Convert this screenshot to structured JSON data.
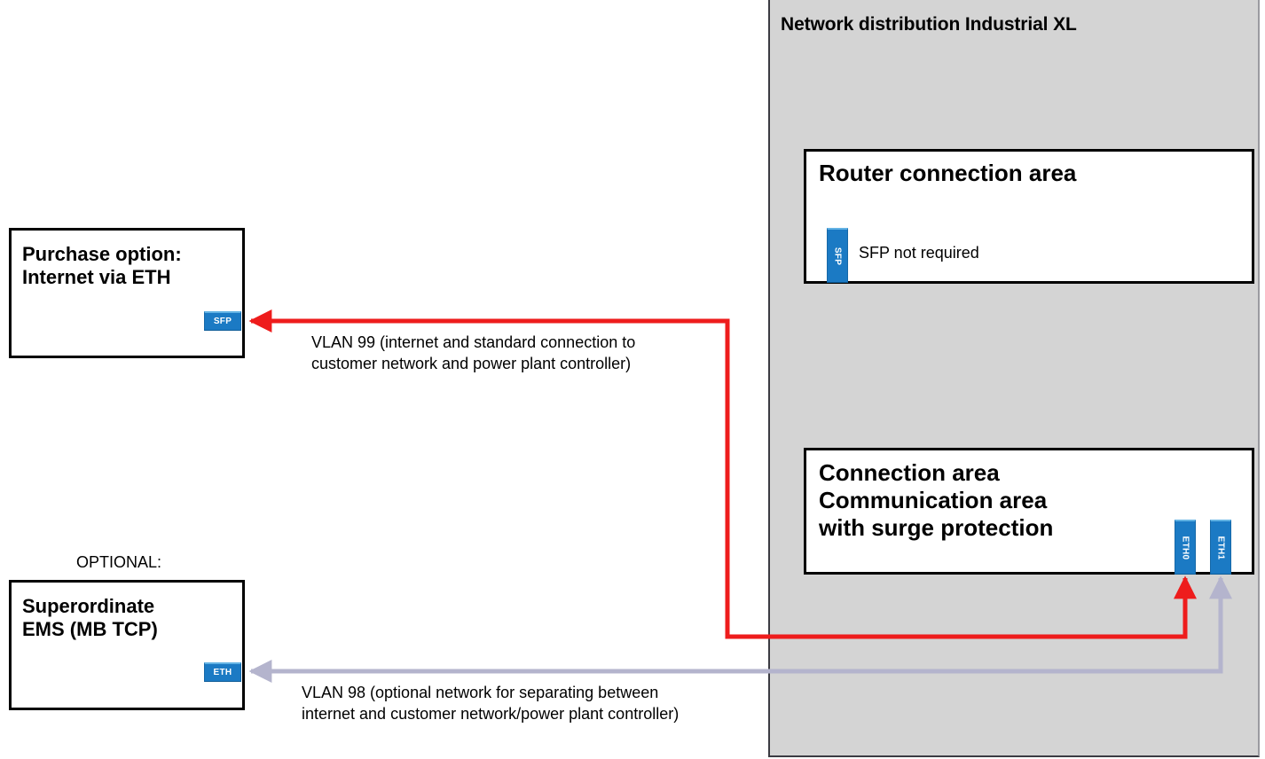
{
  "diagram": {
    "title": "Network distribution Industrial XL",
    "colors": {
      "panel_fill": "#d4d4d4",
      "panel_border": "#3b3b42",
      "box_border": "#000000",
      "port_blue": "#1b7ac4",
      "port_highlight": "#63b3e4",
      "vlan99_line": "#ee1c1c",
      "vlan98_line": "#b4b4cd",
      "text": "#000000"
    }
  },
  "panel": {
    "title": "Network distribution Industrial XL",
    "boxes": {
      "router_area": {
        "title": "Router connection area",
        "note": "SFP not required",
        "port": {
          "label": "SFP",
          "orientation": "vertical"
        }
      },
      "connection_area": {
        "title": "Connection area\nCommunication area\nwith surge protection",
        "ports": [
          {
            "label": "ETH0",
            "orientation": "vertical"
          },
          {
            "label": "ETH1",
            "orientation": "vertical"
          }
        ]
      }
    }
  },
  "left_nodes": {
    "purchase_option": {
      "title": "Purchase option:\nInternet via ETH",
      "port": {
        "label": "SFP",
        "orientation": "horizontal"
      }
    },
    "optional_label": "OPTIONAL:",
    "superordinate_ems": {
      "title": "Superordinate\nEMS (MB TCP)",
      "port": {
        "label": "ETH",
        "orientation": "horizontal"
      }
    }
  },
  "connections": [
    {
      "id": "vlan99",
      "label": "VLAN 99 (internet and standard connection to\ncustomer network and power plant controller)",
      "color": "#ee1c1c",
      "from_port": "ETH0",
      "to_port": "SFP",
      "arrow_at": "to_port"
    },
    {
      "id": "vlan98",
      "label": "VLAN 98 (optional network for separating between\ninternet and customer network/power plant controller)",
      "color": "#b4b4cd",
      "from_port": "ETH1",
      "to_port": "ETH",
      "arrow_at": "to_port"
    }
  ]
}
